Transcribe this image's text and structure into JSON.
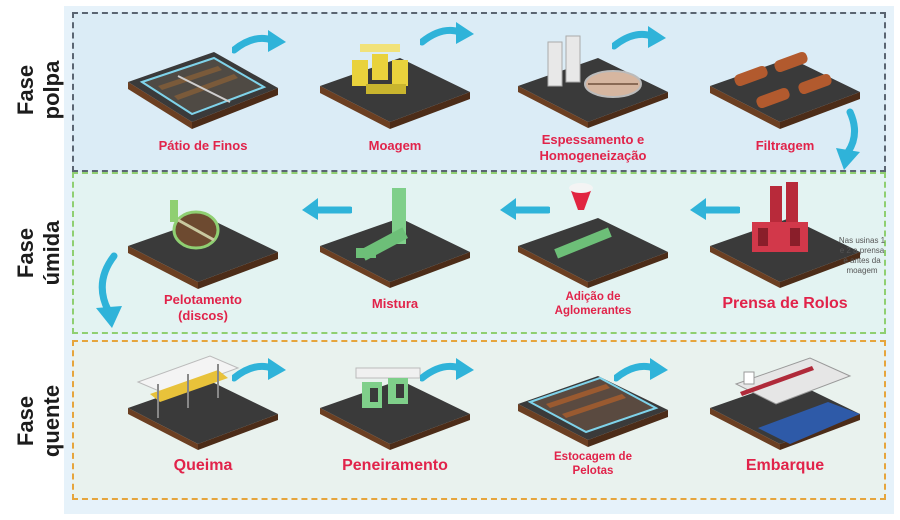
{
  "phases": [
    {
      "line1": "Fase",
      "line2": "polpa"
    },
    {
      "line1": "Fase",
      "line2": "úmida"
    },
    {
      "line1": "Fase",
      "line2": "quente"
    }
  ],
  "steps": {
    "patio_finos": {
      "label": "Pátio de Finos"
    },
    "moagem": {
      "label": "Moagem"
    },
    "espessamento": {
      "line1": "Espessamento e",
      "line2": "Homogeneização"
    },
    "filtragem": {
      "label": "Filtragem"
    },
    "pelotamento": {
      "line1": "Pelotamento",
      "line2": "(discos)"
    },
    "mistura": {
      "label": "Mistura"
    },
    "adicao": {
      "line1": "Adição de",
      "line2": "Aglomerantes"
    },
    "prensa": {
      "label": "Prensa de Rolos"
    },
    "queima": {
      "label": "Queima"
    },
    "peneiramento": {
      "label": "Peneiramento"
    },
    "estocagem": {
      "line1": "Estocagem de",
      "line2": "Pelotas"
    },
    "embarque": {
      "label": "Embarque"
    }
  },
  "note": {
    "text": "Nas usinas 1 e 2 a prensa é antes da moagem"
  },
  "colors": {
    "label": "#e1234a",
    "arrow": "#2fb3d9",
    "band_polpa": "#5a6572",
    "band_umida": "#8fcf72",
    "band_quente": "#e6a53c"
  }
}
